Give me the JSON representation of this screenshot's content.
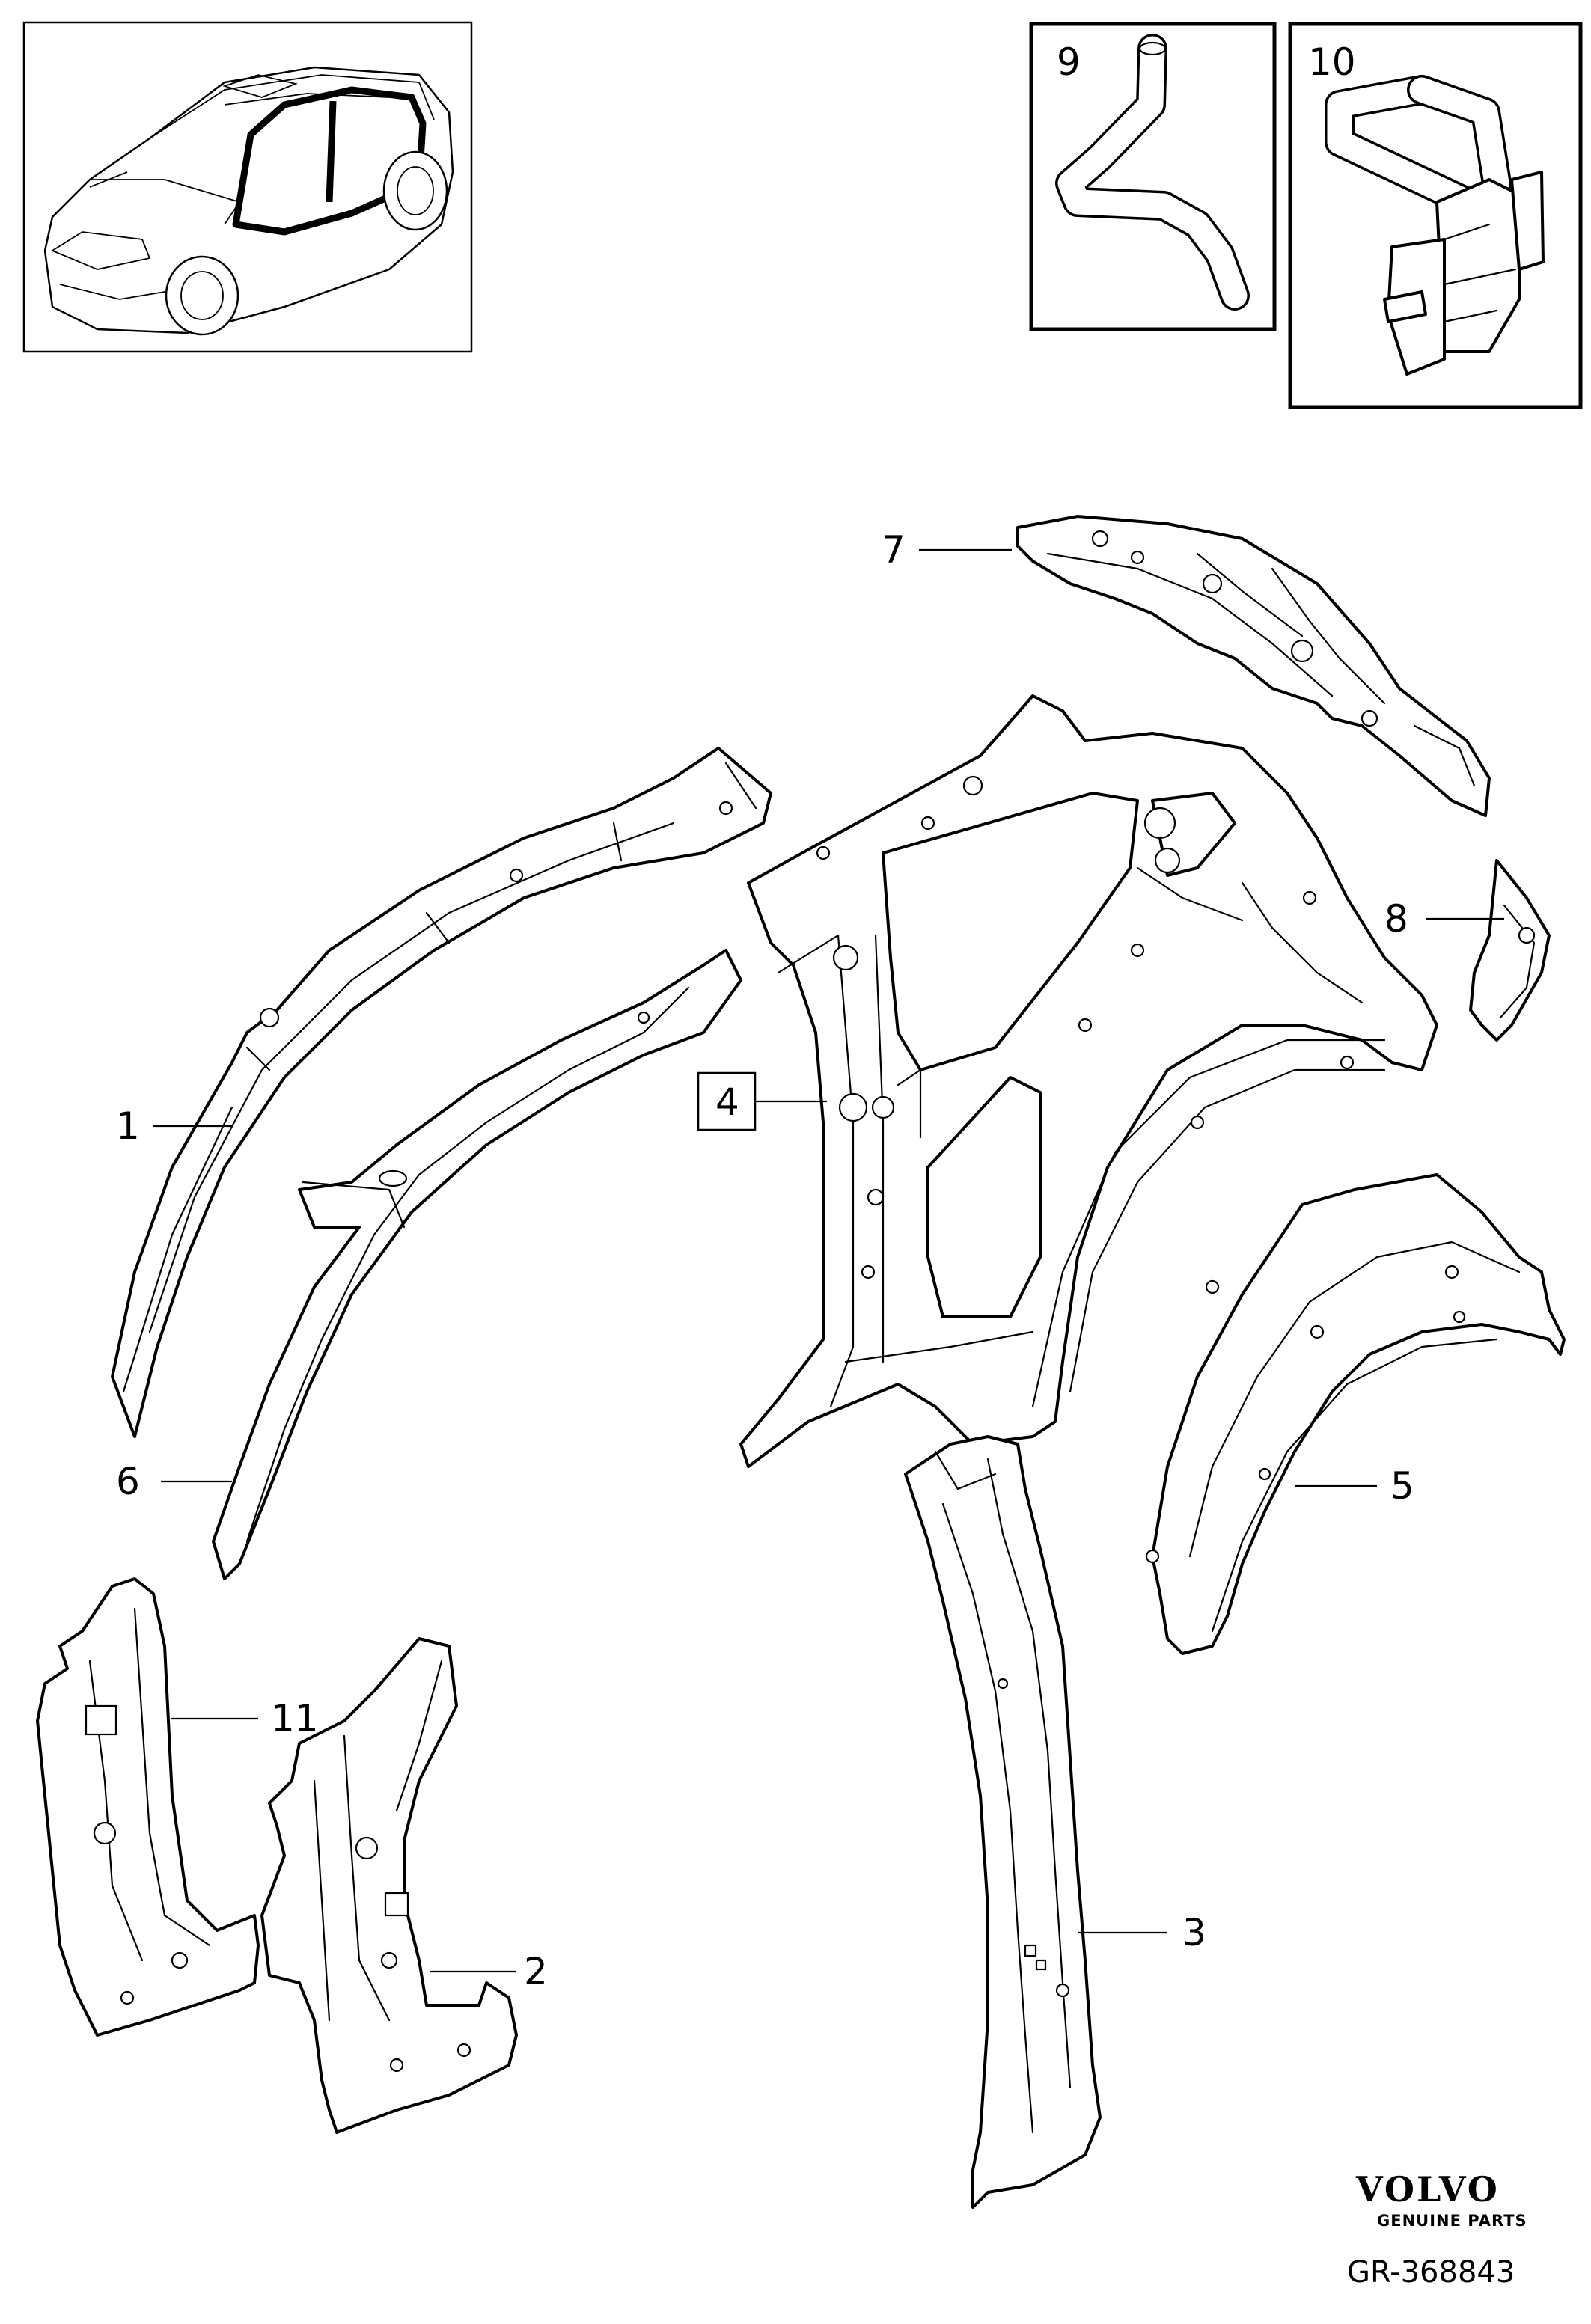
{
  "callouts": [
    {
      "id": "1",
      "label": "1"
    },
    {
      "id": "2",
      "label": "2"
    },
    {
      "id": "3",
      "label": "3"
    },
    {
      "id": "4",
      "label": "4"
    },
    {
      "id": "5",
      "label": "5"
    },
    {
      "id": "6",
      "label": "6"
    },
    {
      "id": "7",
      "label": "7"
    },
    {
      "id": "8",
      "label": "8"
    },
    {
      "id": "9",
      "label": "9"
    },
    {
      "id": "10",
      "label": "10"
    },
    {
      "id": "11",
      "label": "11"
    }
  ],
  "brand": {
    "name": "VOLVO",
    "tagline": "GENUINE PARTS"
  },
  "reference": "GR-368843"
}
